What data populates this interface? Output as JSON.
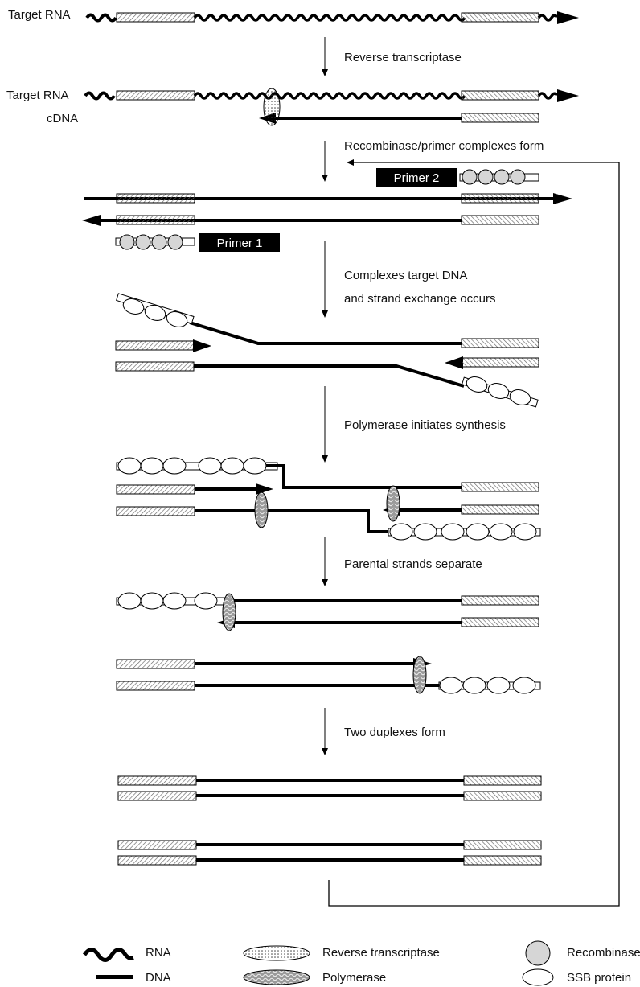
{
  "labels": {
    "target_rna": "Target RNA",
    "cdna": "cDNA",
    "primer1": "Primer 1",
    "primer2": "Primer 2"
  },
  "steps": [
    "Reverse transcriptase",
    "Recombinase/primer complexes form",
    "Complexes target DNA",
    "and strand exchange occurs",
    "Polymerase initiates synthesis",
    "Parental strands separate",
    "Two duplexes form"
  ],
  "legend": {
    "rna": "RNA",
    "dna": "DNA",
    "reverse_transcriptase": "Reverse transcriptase",
    "polymerase": "Polymerase",
    "recombinase": "Recombinase",
    "ssb_protein": "SSB protein"
  },
  "colors": {
    "strand": "#000000",
    "recombinase_fill": "#d6d6d6",
    "primer_label_bg": "#000000",
    "primer_label_text": "#ffffff",
    "protein_outline": "#000000"
  }
}
